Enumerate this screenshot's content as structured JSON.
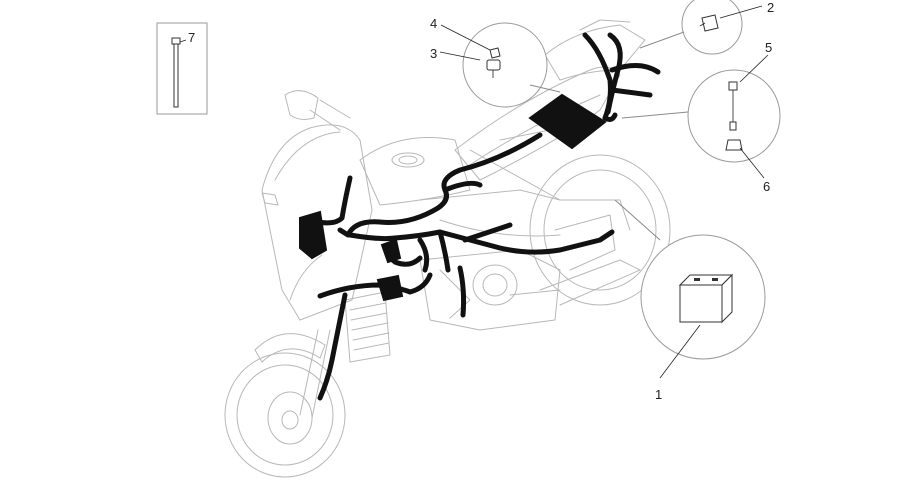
{
  "callouts": {
    "c1": "1",
    "c2": "2",
    "c3": "3",
    "c4": "4",
    "c5": "5",
    "c6": "6",
    "c7": "7"
  },
  "colors": {
    "harness": "#111111",
    "outline": "#b8b8b8",
    "callout_text": "#222222"
  },
  "parts": {
    "p1": "battery",
    "p2": "relay",
    "p3": "fuse-holder",
    "p4": "fuse",
    "p5": "sensor-cable",
    "p6": "connector-cap",
    "p7": "cable-tie"
  }
}
